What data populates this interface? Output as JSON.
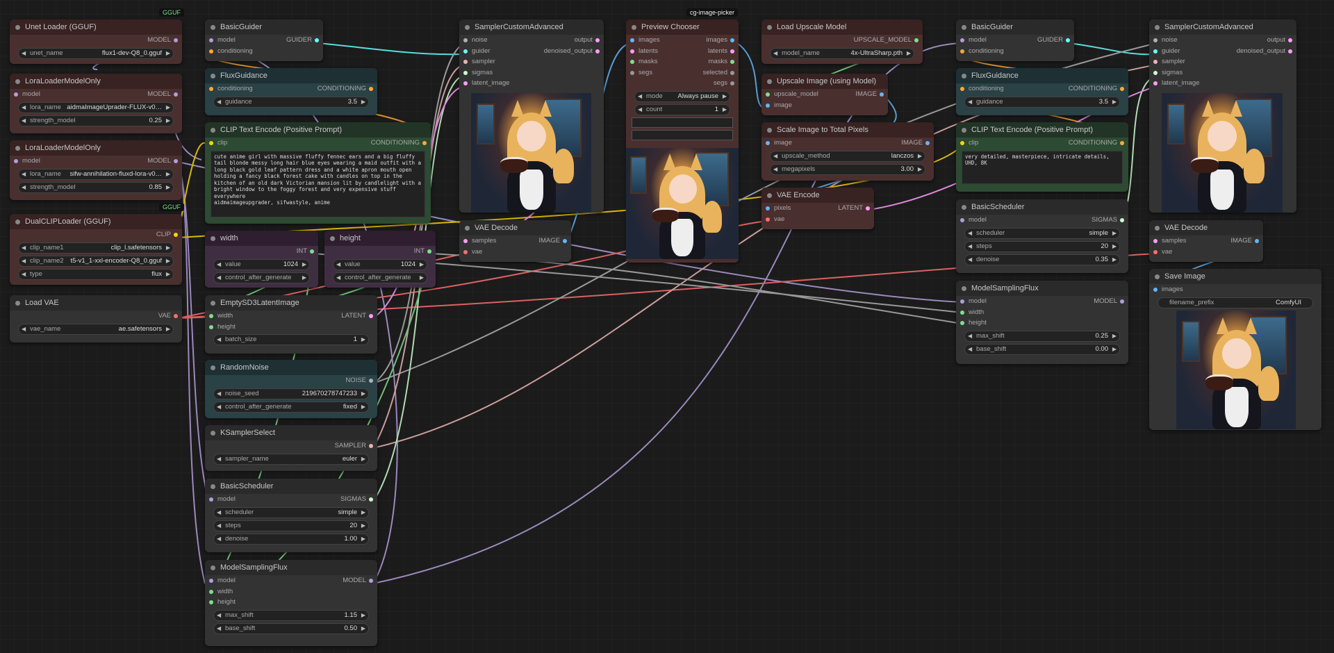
{
  "badges": {
    "gguf1": "GGUF",
    "gguf2": "GGUF",
    "picker": "cg-image-picker"
  },
  "unet": {
    "title": "Unet Loader (GGUF)",
    "out": "MODEL",
    "w_label": "unet_name",
    "w_value": "flux1-dev-Q8_0.gguf"
  },
  "lora1": {
    "title": "LoraLoaderModelOnly",
    "in": "model",
    "out": "MODEL",
    "w1_label": "lora_name",
    "w1_value": "aidmaImageUprader-FLUX-v0…",
    "w2_label": "strength_model",
    "w2_value": "0.25"
  },
  "lora2": {
    "title": "LoraLoaderModelOnly",
    "in": "model",
    "out": "MODEL",
    "w1_label": "lora_name",
    "w1_value": "sifw-annihilation-fluxd-lora-v0…",
    "w2_label": "strength_model",
    "w2_value": "0.85"
  },
  "dualclip": {
    "title": "DualCLIPLoader (GGUF)",
    "out": "CLIP",
    "w1_label": "clip_name1",
    "w1_value": "clip_l.safetensors",
    "w2_label": "clip_name2",
    "w2_value": "t5-v1_1-xxl-encoder-Q8_0.gguf",
    "w3_label": "type",
    "w3_value": "flux"
  },
  "loadvae": {
    "title": "Load VAE",
    "out": "VAE",
    "w_label": "vae_name",
    "w_value": "ae.safetensors"
  },
  "guider1": {
    "title": "BasicGuider",
    "in1": "model",
    "in2": "conditioning",
    "out": "GUIDER"
  },
  "fluxg1": {
    "title": "FluxGuidance",
    "in": "conditioning",
    "out": "CONDITIONING",
    "w_label": "guidance",
    "w_value": "3.5"
  },
  "clip1": {
    "title": "CLIP Text Encode (Positive Prompt)",
    "in": "clip",
    "out": "CONDITIONING",
    "text": "cute anime girl with massive fluffy fennec ears and a big fluffy tail blonde messy long hair blue eyes wearing a maid outfit with a long black gold leaf pattern dress and a white apron mouth open holding a fancy black forest cake with candles on top in the kitchen of an old dark Victorian mansion lit by candlelight with a bright window to the foggy forest and very expensive stuff everywhere\naidmaimageupgrader, sifwastyle, anime"
  },
  "width": {
    "title": "width",
    "out": "INT",
    "w1_label": "value",
    "w1_value": "1024",
    "w2_label": "control_after_generate",
    "w2_value": ""
  },
  "height": {
    "title": "height",
    "out": "INT",
    "w1_label": "value",
    "w1_value": "1024",
    "w2_label": "control_after_generate",
    "w2_value": ""
  },
  "empty": {
    "title": "EmptySD3LatentImage",
    "in1": "width",
    "in2": "height",
    "out": "LATENT",
    "w_label": "batch_size",
    "w_value": "1"
  },
  "noise": {
    "title": "RandomNoise",
    "out": "NOISE",
    "w1_label": "noise_seed",
    "w1_value": "219670278747233",
    "w2_label": "control_after_generate",
    "w2_value": "fixed"
  },
  "ksel": {
    "title": "KSamplerSelect",
    "out": "SAMPLER",
    "w_label": "sampler_name",
    "w_value": "euler"
  },
  "sched1": {
    "title": "BasicScheduler",
    "in": "model",
    "out": "SIGMAS",
    "w1_label": "scheduler",
    "w1_value": "simple",
    "w2_label": "steps",
    "w2_value": "20",
    "w3_label": "denoise",
    "w3_value": "1.00"
  },
  "msf1": {
    "title": "ModelSamplingFlux",
    "in1": "model",
    "in2": "width",
    "in3": "height",
    "out": "MODEL",
    "w1_label": "max_shift",
    "w1_value": "1.15",
    "w2_label": "base_shift",
    "w2_value": "0.50"
  },
  "sca1": {
    "title": "SamplerCustomAdvanced",
    "in1": "noise",
    "in2": "guider",
    "in3": "sampler",
    "in4": "sigmas",
    "in5": "latent_image",
    "out1": "output",
    "out2": "denoised_output"
  },
  "vaedec1": {
    "title": "VAE Decode",
    "in1": "samples",
    "in2": "vae",
    "out": "IMAGE"
  },
  "chooser": {
    "title": "Preview Chooser",
    "in1": "images",
    "in2": "latents",
    "in3": "masks",
    "in4": "segs",
    "out1": "images",
    "out2": "latents",
    "out3": "masks",
    "out4": "selected",
    "out5": "segs",
    "w1_label": "mode",
    "w1_value": "Always pause",
    "w2_label": "count",
    "w2_value": "1"
  },
  "upload": {
    "title": "Load Upscale Model",
    "out": "UPSCALE_MODEL",
    "w_label": "model_name",
    "w_value": "4x-UltraSharp.pth"
  },
  "upimg": {
    "title": "Upscale Image (using Model)",
    "in1": "upscale_model",
    "in2": "image",
    "out": "IMAGE"
  },
  "scale": {
    "title": "Scale Image to Total Pixels",
    "in": "image",
    "out": "IMAGE",
    "w1_label": "upscale_method",
    "w1_value": "lanczos",
    "w2_label": "megapixels",
    "w2_value": "3.00"
  },
  "vaeenc": {
    "title": "VAE Encode",
    "in1": "pixels",
    "in2": "vae",
    "out": "LATENT"
  },
  "guider2": {
    "title": "BasicGuider",
    "in1": "model",
    "in2": "conditioning",
    "out": "GUIDER"
  },
  "fluxg2": {
    "title": "FluxGuidance",
    "in": "conditioning",
    "out": "CONDITIONING",
    "w_label": "guidance",
    "w_value": "3.5"
  },
  "clip2": {
    "title": "CLIP Text Encode (Positive Prompt)",
    "in": "clip",
    "out": "CONDITIONING",
    "text": "very detailed, masterpiece, intricate details, UHD, 8K"
  },
  "sched2": {
    "title": "BasicScheduler",
    "in": "model",
    "out": "SIGMAS",
    "w1_label": "scheduler",
    "w1_value": "simple",
    "w2_label": "steps",
    "w2_value": "20",
    "w3_label": "denoise",
    "w3_value": "0.35"
  },
  "msf2": {
    "title": "ModelSamplingFlux",
    "in1": "model",
    "in2": "width",
    "in3": "height",
    "out": "MODEL",
    "w1_label": "max_shift",
    "w1_value": "0.25",
    "w2_label": "base_shift",
    "w2_value": "0.00"
  },
  "sca2": {
    "title": "SamplerCustomAdvanced",
    "in1": "noise",
    "in2": "guider",
    "in3": "sampler",
    "in4": "sigmas",
    "in5": "latent_image",
    "out1": "output",
    "out2": "denoised_output"
  },
  "vaedec2": {
    "title": "VAE Decode",
    "in1": "samples",
    "in2": "vae",
    "out": "IMAGE"
  },
  "save": {
    "title": "Save Image",
    "in": "images",
    "w_label": "filename_prefix",
    "w_value": "ComfyUI"
  },
  "colors": {
    "model": "#b39ddb",
    "clip": "#ffd500",
    "vae": "#ff6e6e",
    "conditioning": "#ffa931",
    "latent": "#ff9cf9",
    "image": "#64b5f6",
    "noise": "#b0b0b0",
    "sampler": "#ecb4b4",
    "sigmas": "#cdffcd",
    "guider": "#66ffff",
    "int": "#7fe08a"
  }
}
